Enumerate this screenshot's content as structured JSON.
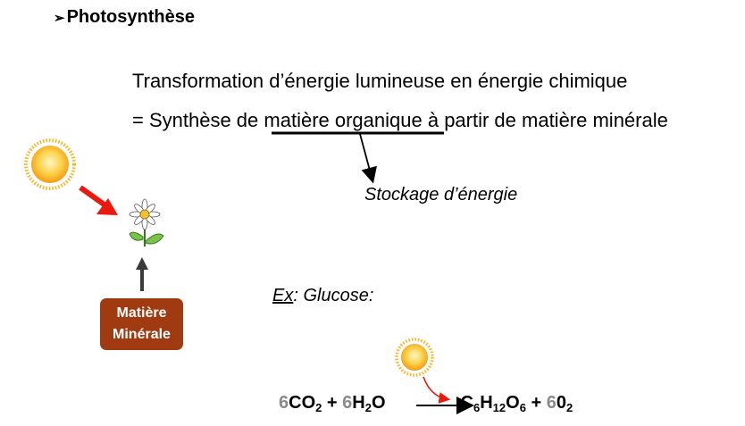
{
  "heading": {
    "bullet": "➢",
    "text": "Photosynthèse"
  },
  "line1": "Transformation d’énergie lumineuse en énergie chimique",
  "line2": {
    "prefix": "= Synthèse de ",
    "highlight": "matière organique",
    "suffix": " à partir de matière minérale"
  },
  "storage": "Stockage d’énergie",
  "example": {
    "label": "Ex",
    "rest": ": Glucose:"
  },
  "mineral": {
    "line1": "Matière",
    "line2": "Minérale"
  },
  "equation": {
    "c1": "6",
    "co": "CO",
    "s2a": "2",
    "plus1": " + ",
    "c2": "6",
    "h": "H",
    "s2b": "2",
    "o": "O",
    "p_c": "C",
    "p_s6a": "6",
    "p_h": "H",
    "p_s12": "12",
    "p_o": "O",
    "p_s6b": "6",
    "plus2": " + ",
    "c3": "6",
    "o2": "0",
    "s2c": "2"
  },
  "colors": {
    "sun": "#f7b31c",
    "red_arrow": "#e8190f",
    "box": "#a03a10",
    "coefficient": "#8a8a8a"
  },
  "icons": {
    "sun": "sun-icon",
    "flower": "flower-icon"
  }
}
